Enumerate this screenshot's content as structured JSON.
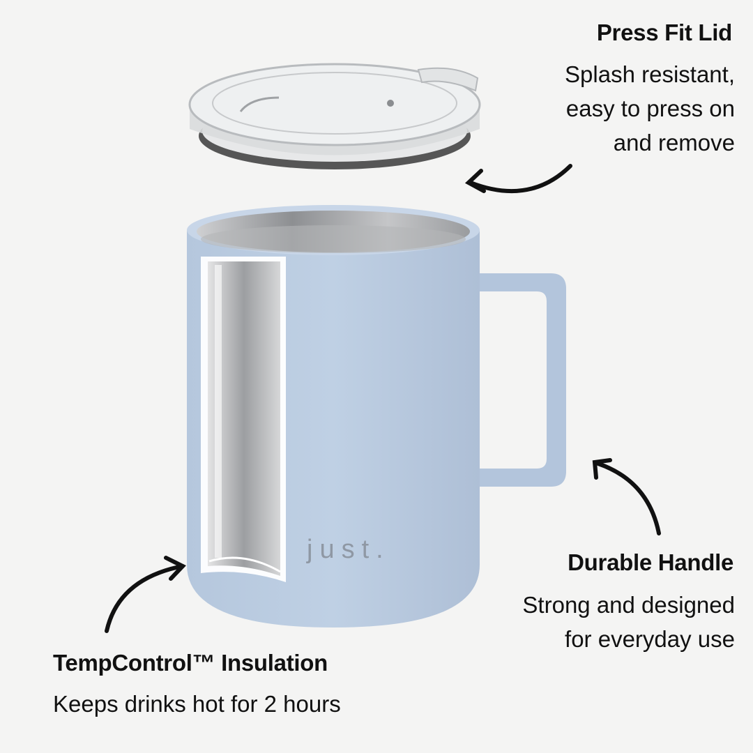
{
  "features": {
    "lid": {
      "title": "Press Fit Lid",
      "lines": [
        "Splash resistant,",
        "easy to press on",
        "and remove"
      ]
    },
    "handle": {
      "title": "Durable Handle",
      "lines": [
        "Strong and designed",
        "for everyday use"
      ]
    },
    "insulation": {
      "title": "TempControl™ Insulation",
      "lines": [
        "Keeps drinks hot for 2 hours"
      ]
    }
  },
  "product": {
    "brand_mark": "just.",
    "body_color": "#b9cbe1",
    "steel_color": "#a7a9ab"
  }
}
